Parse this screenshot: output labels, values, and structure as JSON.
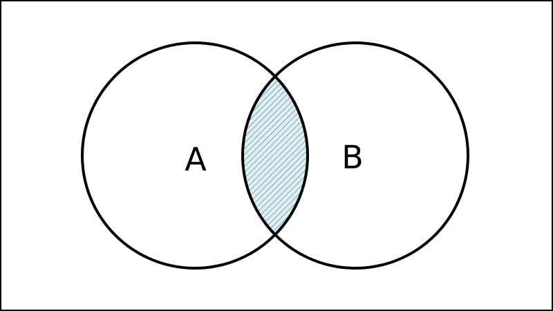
{
  "diagram": {
    "type": "venn",
    "sets": [
      {
        "label": "A"
      },
      {
        "label": "B"
      }
    ],
    "highlighted_region": "A ∩ B",
    "colors": {
      "background": "#ffffff",
      "outline": "#000000",
      "intersection_fill": "#dff0f4",
      "intersection_hatch": "#5a7f8a"
    }
  }
}
